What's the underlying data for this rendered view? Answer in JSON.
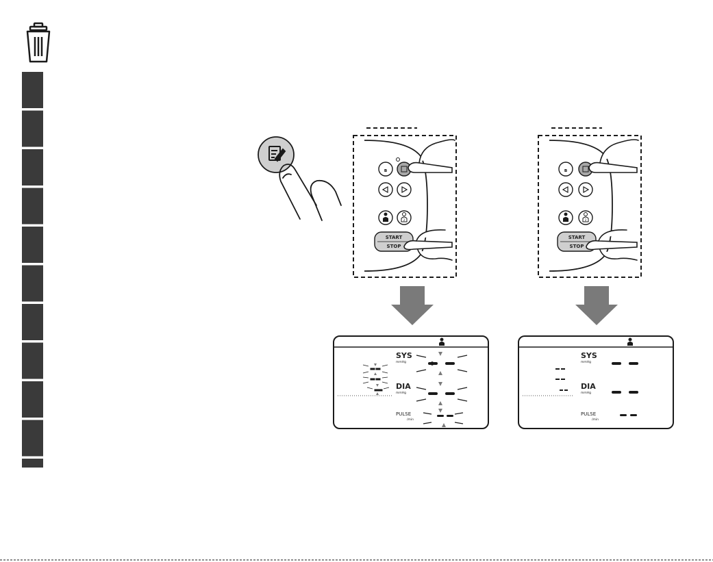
{
  "sidebar": {
    "tab_count": 11,
    "tab_color": "#3a3a3a"
  },
  "icons": {
    "trash": "trash-icon",
    "memo": "memo-icon",
    "bluetooth": "bluetooth-icon",
    "arrow_left": "arrow-left-icon",
    "arrow_right": "arrow-right-icon",
    "user1": "user1-icon",
    "user2": "user2-icon",
    "arrow_down": "arrow-down-icon"
  },
  "device_buttons": {
    "start": "START",
    "stop": "STOP"
  },
  "user2_label": "2",
  "display": {
    "sys_label": "SYS",
    "dia_label": "DIA",
    "unit": "mmHg",
    "pulse_label": "PULSE",
    "pulse_unit": "/min"
  },
  "colors": {
    "ink": "#1a1a1a",
    "button_fill": "#cfcfcf",
    "arrow_fill": "#7a7a7a",
    "highlight_fill": "#a8a8a8"
  }
}
